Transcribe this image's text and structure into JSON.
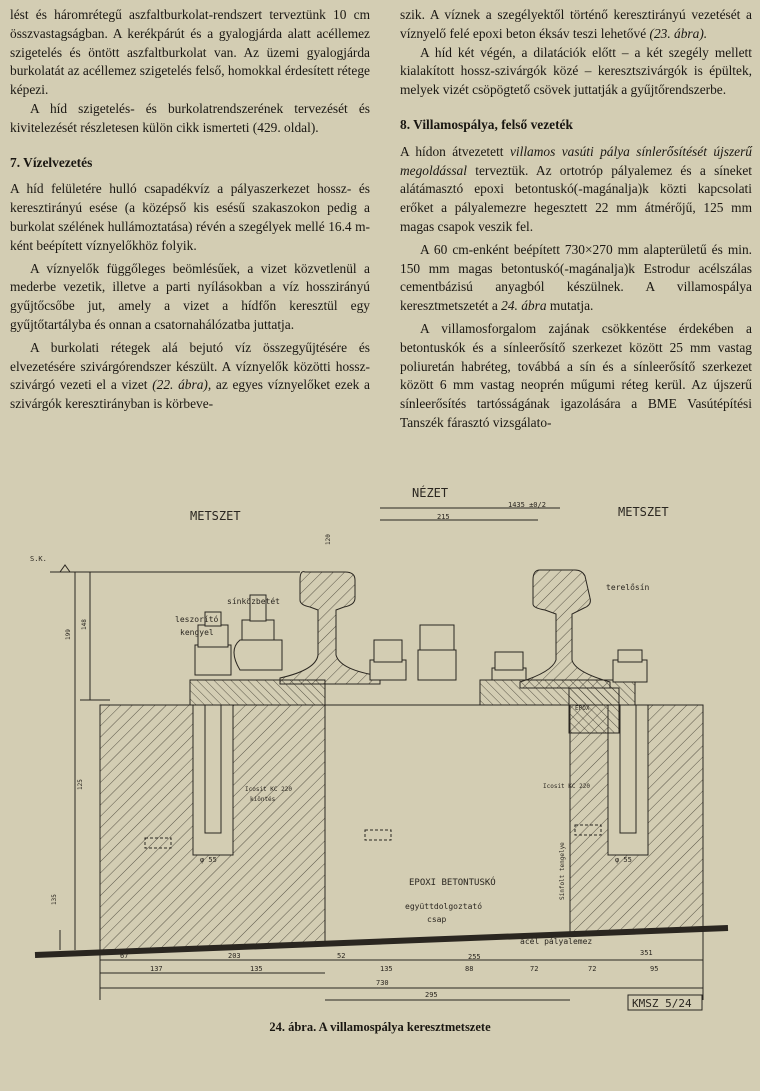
{
  "left_column": {
    "p1": "lést és háromrétegű aszfaltburkolat-rendszert terveztünk 10 cm összvastagságban. A kerékpárút és a gyalogjárda alatt acéllemez szigetelés és öntött aszfaltburkolat van. Az üzemi gyalogjárda burkolatát az acéllemez szigetelés felső, homokkal érdesített rétege képezi.",
    "p2": "A híd szigetelés- és burkolatrendszerének tervezését és kivitelezését részletesen külön cikk ismerteti (429. oldal).",
    "heading7": "7. Vízelvezetés",
    "p3": "A híd felületére hulló csapadékvíz a pályaszerkezet hossz- és keresztirányú esése (a középső kis esésű szakaszokon pedig a burkolat szélének hullámoztatása) révén a szegélyek mellé 16.4 m-ként beépített víznyelőkhöz folyik.",
    "p4": "A víznyelők függőleges beömlésűek, a vizet közvetlenül a mederbe vezetik, illetve a parti nyílásokban a víz hosszirányú gyűjtőcsőbe jut, amely a vizet a hídfőn keresztül egy gyűjtőtartályba és onnan a csatornahálózatba juttatja.",
    "p5a": "A burkolati rétegek alá bejutó víz összegyűjtésére és elvezetésére szivárgórendszer készült. A víznyelők közötti hossz-szivárgó vezeti el a vizet ",
    "p5ref": "(22. ábra),",
    "p5b": " az egyes víznyelőket ezek a szivárgók keresztirányban is körbeve-"
  },
  "right_column": {
    "p1a": "szik. A víznek a szegélyektől történő keresztirányú vezetését a víznyelő felé epoxi beton éksáv teszi lehetővé ",
    "p1ref": "(23. ábra).",
    "p2": "A híd két végén, a dilatációk előtt – a két szegély mellett kialakított hossz-szivárgók közé – keresztszivárgók is épültek, melyek vizét csöpögtető csövek juttatják a gyűjtőrendszerbe.",
    "heading8": "8. Villamospálya, felső vezeték",
    "p3a": "A hídon átvezetett ",
    "p3em": "villamos vasúti pálya sínlerősítését újszerű megoldással",
    "p3b": " terveztük. Az ortotróp pályalemez és a síneket alátámasztó epoxi betontuskó(-magánalja)k közti kapcsolati erőket a pályalemezre hegesztett 22 mm átmérőjű, 125 mm magas csapok veszik fel.",
    "p4a": "A 60 cm-enként beépített 730×270 mm alapterületű és min. 150 mm magas betontuskó(-magánalja)k Estrodur acélszálas cementbázisú anyagból készülnek. A villamospálya keresztmetszetét a ",
    "p4ref": "24. ábra",
    "p4b": " mutatja.",
    "p5": "A villamosforgalom zajának csökkentése érdekében a betontuskók és a sínleerősítő szerkezet között 25 mm vastag poliuretán habréteg, továbbá a sín és a sínleerősítő szerkezet között 6 mm vastag neoprén műgumi réteg kerül. Az újszerű sínleerősítés tartósságának igazolására a BME Vasútépítési Tanszék fárasztó vizsgálato-"
  },
  "figure": {
    "title_left": "METSZET",
    "title_center": "NÉZET",
    "title_right": "METSZET",
    "label_sinkozbetet": "sínközbetét",
    "label_leszorito1": "leszorító",
    "label_leszorito2": "kengyel",
    "label_terelosin": "terelősín",
    "label_epoxi": "EPOXI BETONTUSKÓ",
    "label_csap1": "együttdolgoztató",
    "label_csap2": "csap",
    "label_acel": "acél pályalemez",
    "label_icosit_l": "Icosit KC 220",
    "label_icosit_r": "Icosit KC 220",
    "label_kiontes": "kiöntés",
    "label_epox_small": "EPOX",
    "label_sk": "S.K.",
    "label_gauge": "1435 ±0/2",
    "label_215": "215",
    "label_d55_l": "φ 55",
    "label_d55_r": "φ 55",
    "label_sinfolt": "Sínfolt tengelye",
    "dims_row1": [
      "67",
      "203",
      "52",
      "255",
      "351"
    ],
    "dims_row2": [
      "137",
      "135",
      "135",
      "88",
      "72",
      "72",
      "95"
    ],
    "dim_total": "730",
    "dim_295": "295",
    "dims_vertical": [
      "199",
      "148",
      "125",
      "135",
      "120"
    ],
    "stamp": "KMSZ 5/24",
    "caption": "24. ábra. A villamospálya keresztmetszete"
  }
}
